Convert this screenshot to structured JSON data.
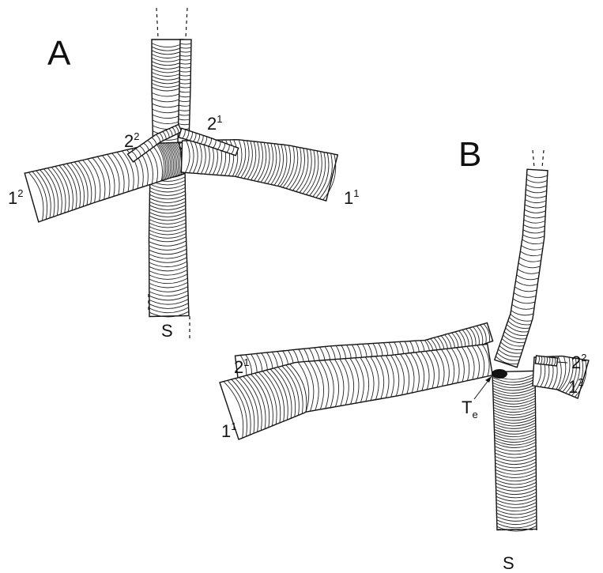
{
  "panels": [
    {
      "letter": "A",
      "labels": {
        "l11": {
          "base": "1",
          "sup": "1"
        },
        "l12": {
          "base": "1",
          "sup": "2"
        },
        "l21": {
          "base": "2",
          "sup": "1"
        },
        "l22": {
          "base": "2",
          "sup": "2"
        },
        "s": {
          "base": "S"
        }
      }
    },
    {
      "letter": "B",
      "labels": {
        "l11": {
          "base": "1",
          "sup": "1"
        },
        "l12": {
          "base": "1",
          "sup": "2"
        },
        "l21": {
          "base": "2",
          "sup": "1"
        },
        "l22": {
          "base": "2",
          "sup": "2"
        },
        "s": {
          "base": "S"
        },
        "te": {
          "base": "T",
          "sub": "e"
        }
      }
    }
  ],
  "colors": {
    "line": "#111111",
    "background": "#ffffff"
  }
}
